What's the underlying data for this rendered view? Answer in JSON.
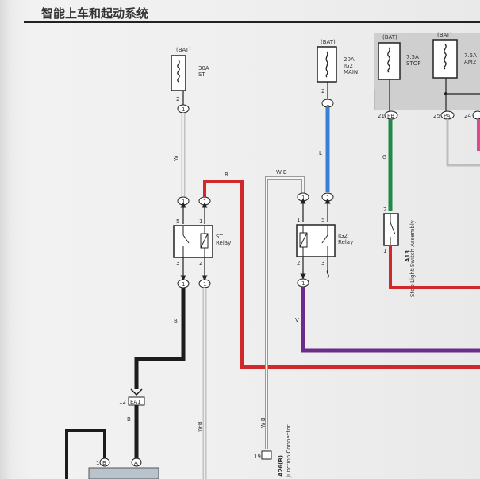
{
  "header": {
    "title": "智能上车和起动系统"
  },
  "fuses": [
    {
      "id": "fuse-30a-st",
      "source": "(BAT)",
      "rating": "30A",
      "name": "ST"
    },
    {
      "id": "fuse-20a-ig2-main",
      "source": "(BAT)",
      "rating": "20A",
      "name_lines": [
        "IG2",
        "MAIN"
      ]
    },
    {
      "id": "fuse-7-5a-stop",
      "source": "(BAT)",
      "rating": "7.5A",
      "name": "STOP"
    },
    {
      "id": "fuse-7-5a-am2",
      "source": "(BAT)",
      "rating": "7.5A",
      "name": "AM2"
    }
  ],
  "relays": [
    {
      "id": "st-relay",
      "name_lines": [
        "ST",
        "Relay"
      ],
      "pins": [
        "5",
        "1",
        "3",
        "2"
      ]
    },
    {
      "id": "ig2-relay",
      "name_lines": [
        "IG2",
        "Relay"
      ],
      "pins": [
        "1",
        "5",
        "2",
        "3"
      ]
    }
  ],
  "stop_switch": {
    "code": "A13",
    "name": "Stop Light Switch Assembly",
    "pins": [
      "2",
      "1"
    ]
  },
  "wire_labels": [
    "W",
    "R",
    "W-B",
    "L",
    "G",
    "B",
    "B",
    "W-B",
    "V",
    "W-B"
  ],
  "connectors": {
    "ones": [
      "1",
      "1",
      "1",
      "1",
      "1",
      "1",
      "1",
      "1",
      "1",
      "1"
    ],
    "bottom_a": "A",
    "bottom_b": "B",
    "pin_labels": [
      "2",
      "2",
      "1",
      "21",
      "25",
      "24",
      "1",
      "19",
      "1"
    ],
    "pb": "PB",
    "pa": "PA",
    "ea1": {
      "pin": "12",
      "label": "EA1"
    },
    "junction": {
      "code": "A26(B)",
      "name": "Junction Connector",
      "pin": "19"
    }
  },
  "colors": {
    "red": "#d22828",
    "blue": "#3a7fd6",
    "green": "#1f8a46",
    "purple": "#6a2d8a",
    "black": "#1c1c1c",
    "white_wire": "#c2c2c2",
    "pink": "#e04a8c",
    "shade": "#cfcfcf"
  }
}
